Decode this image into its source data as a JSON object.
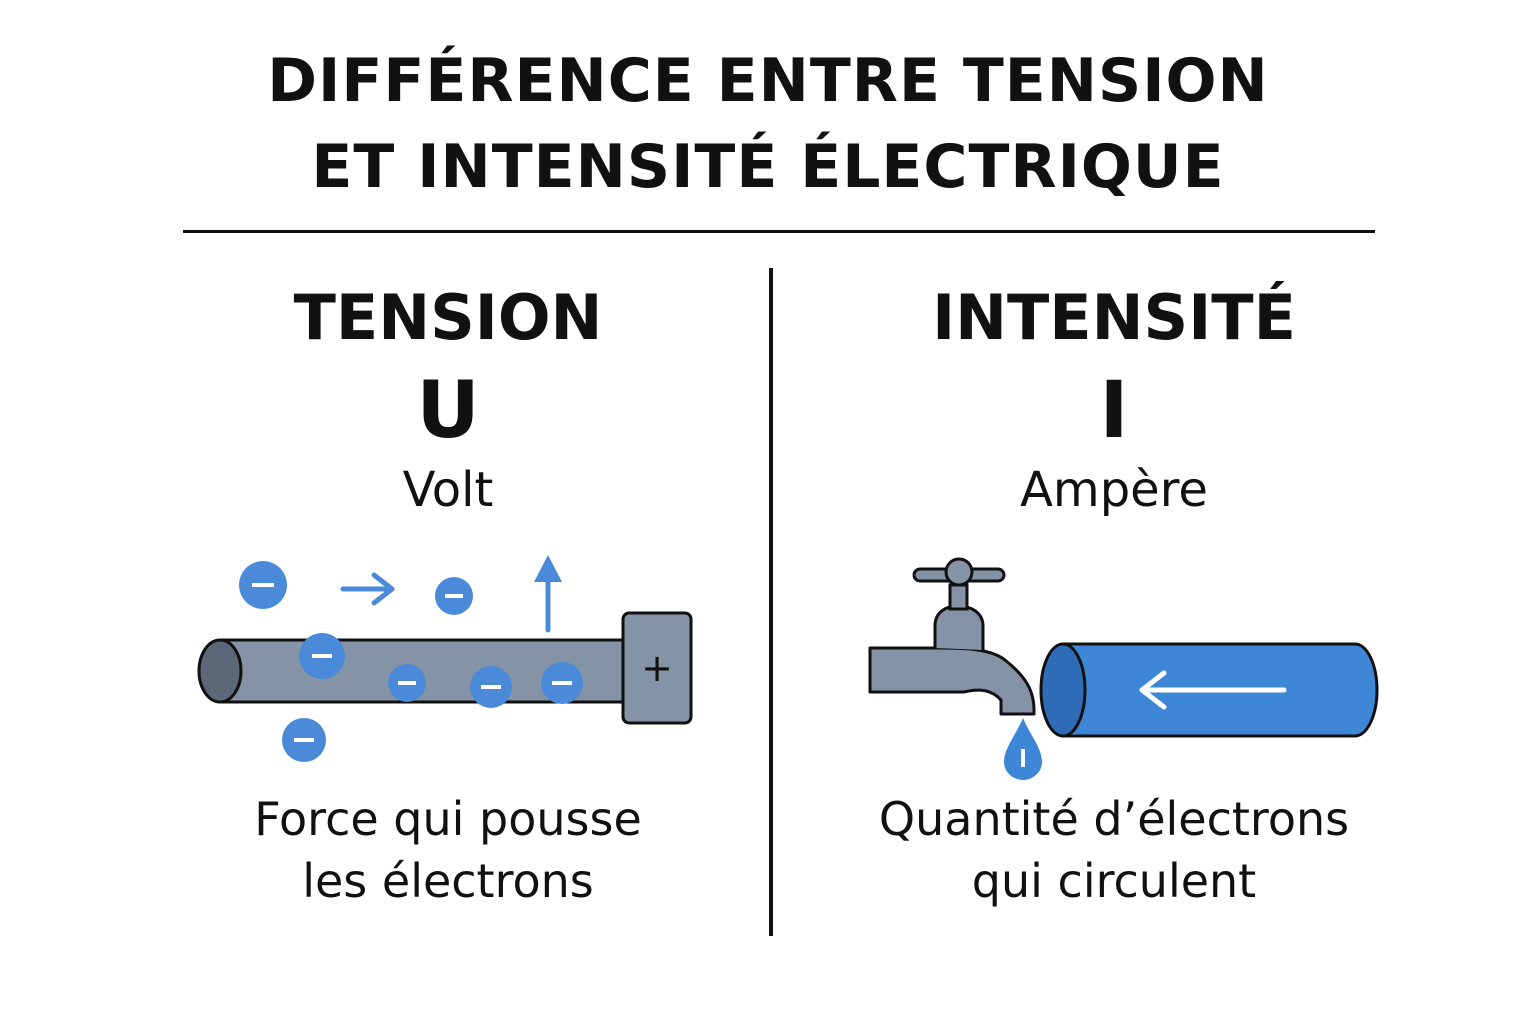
{
  "title": {
    "line1": "DIFFÉRENCE ENTRE TENSION",
    "line2": "ET INTENSITÉ ÉLECTRIQUE"
  },
  "tension": {
    "heading": "TENSION",
    "symbol": "U",
    "unit": "Volt",
    "description_line1": "Force qui pousse",
    "description_line2": "les électrons",
    "plus_sign": "+",
    "electron_sign": "−"
  },
  "intensite": {
    "heading": "INTENSITÉ",
    "symbol": "I",
    "unit": "Ampère",
    "description_line1": "Quantité d’électrons",
    "description_line2": "qui circulent"
  },
  "colors": {
    "electron_blue": "#4a8ad8",
    "pipe_gray": "#8593a6",
    "pipe_dark": "#5c6779",
    "cylinder_blue": "#3e86d6",
    "outline": "#111111"
  },
  "icons": [
    "electron-icon",
    "arrow-right-icon",
    "arrow-up-icon",
    "pipe-icon",
    "battery-terminal-icon",
    "faucet-icon",
    "water-drop-icon",
    "arrow-left-icon"
  ]
}
